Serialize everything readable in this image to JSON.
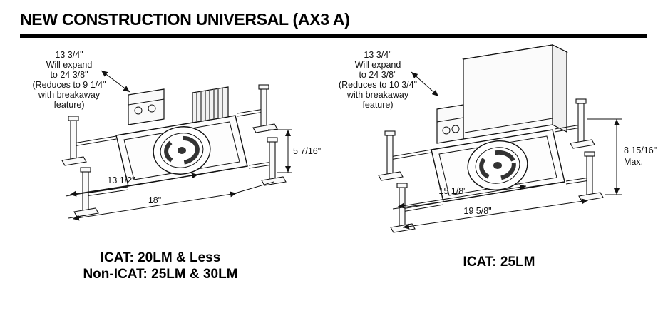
{
  "title": "NEW CONSTRUCTION UNIVERSAL (AX3 A)",
  "left": {
    "note": [
      "13 3/4\"",
      "Will expand",
      "to 24 3/8\"",
      "(Reduces to 9 1/4\"",
      "with breakaway",
      "feature)"
    ],
    "height_dim": "5 7/16\"",
    "width_dim_inner": "13 1/2\"",
    "width_dim_outer": "18\"",
    "caption1": "ICAT: 20LM & Less",
    "caption2": "Non-ICAT: 25LM & 30LM"
  },
  "right": {
    "note": [
      "13 3/4\"",
      "Will expand",
      "to 24 3/8\"",
      "(Reduces to 10 3/4\"",
      "with breakaway",
      "feature)"
    ],
    "height_dim": "8 15/16\"",
    "height_dim_suffix": "Max.",
    "width_dim_inner": "15 1/8\"",
    "width_dim_outer": "19 5/8\"",
    "caption1": "ICAT: 25LM"
  }
}
